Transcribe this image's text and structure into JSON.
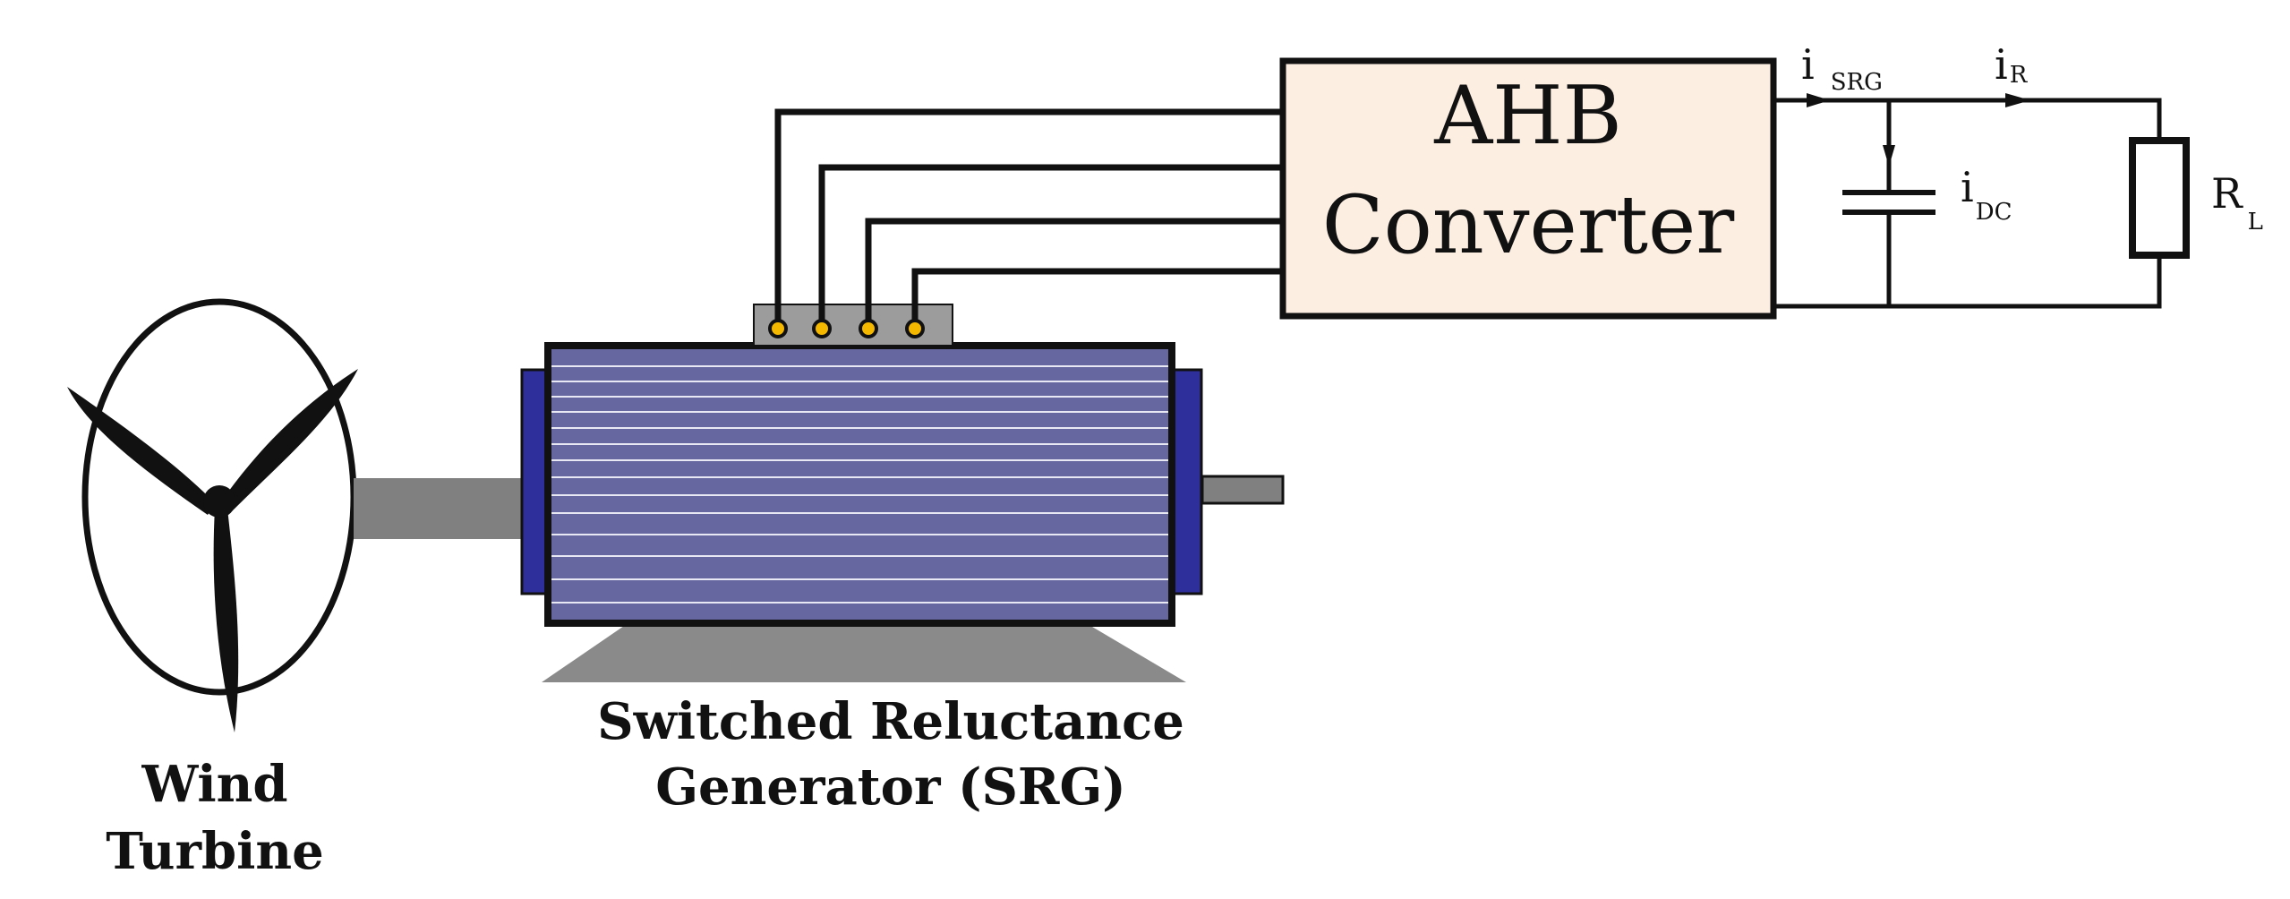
{
  "converter": {
    "line1": "AHB",
    "line2": "Converter"
  },
  "currents": {
    "i_srg": {
      "main": "i",
      "sub": "SRG"
    },
    "i_r": {
      "main": "i",
      "sub": "R"
    },
    "i_dc": {
      "main": "i",
      "sub": "DC"
    }
  },
  "load": {
    "main": "R",
    "sub": "L"
  },
  "turbine_label": {
    "line1": "Wind",
    "line2": "Turbine"
  },
  "generator_label": {
    "line1": "Switched Reluctance",
    "line2": "Generator (SRG)"
  },
  "colors": {
    "converter_fill": "#fdeee2",
    "generator_body": "#6666a0",
    "end_caps": "#2f2f9c",
    "shaft": "#808080",
    "terminal_box": "#9c9c9c",
    "terminal_dot": "#f5b800",
    "line": "#111111"
  },
  "icons": {
    "turbine": "wind-turbine-icon",
    "generator": "generator-icon",
    "capacitor": "capacitor-icon",
    "resistor": "resistor-icon"
  }
}
